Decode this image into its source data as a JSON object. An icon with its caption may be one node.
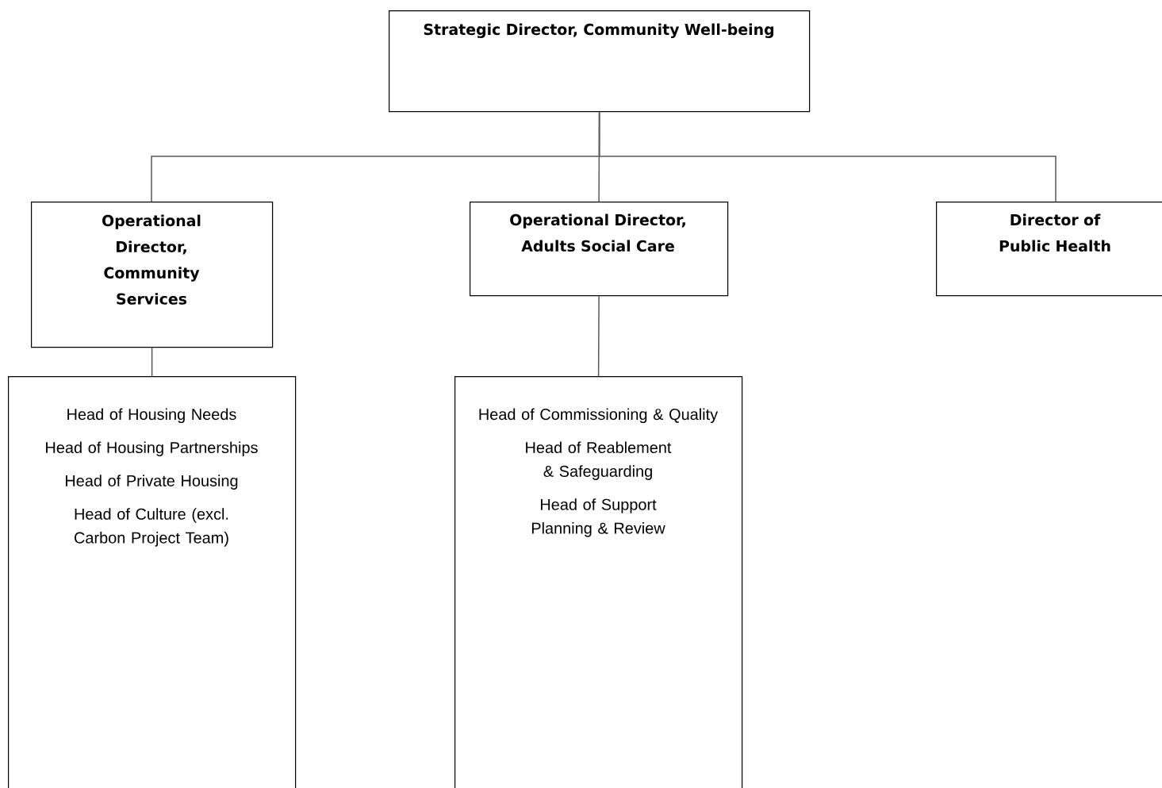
{
  "diagram": {
    "nodes": [
      {
        "text": [
          "Strategic Director, Community Well-being"
        ]
      },
      {
        "text": [
          "Operational Director, Community Services"
        ]
      },
      {
        "text": [
          "Operational Director, Adults Social Care"
        ]
      },
      {
        "text": [
          "Director of Public Health"
        ]
      },
      {
        "text": [
          "Head of Housing Needs",
          "Head of Housing Partnerships",
          "Head of Private Housing",
          "Head of Culture (excl. Carbon Project Team)"
        ]
      },
      {
        "text": [
          "Head of Commissioning & Quality",
          "Head of Reablement & Safeguarding",
          "Head of Support Planning & Review"
        ]
      }
    ],
    "edges": [
      {
        "from": 0,
        "to": 1,
        "arrow": "none"
      },
      {
        "from": 0,
        "to": 2,
        "arrow": "none"
      },
      {
        "from": 0,
        "to": 3,
        "arrow": "none"
      },
      {
        "from": 1,
        "to": 4,
        "arrow": "none"
      },
      {
        "from": 2,
        "to": 5,
        "arrow": "none"
      }
    ]
  }
}
